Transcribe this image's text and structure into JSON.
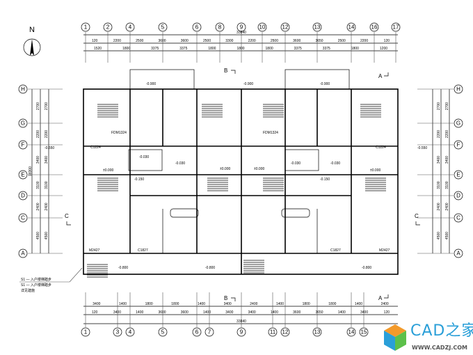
{
  "north_label": "N",
  "overall_dimension": "33840",
  "top_axes": [
    "1",
    "2",
    "4",
    "5",
    "6",
    "8",
    "9",
    "10",
    "12",
    "13",
    "14",
    "16",
    "17"
  ],
  "bottom_axes": [
    "1",
    "3",
    "4",
    "5",
    "6",
    "7",
    "9",
    "11",
    "12",
    "13",
    "14",
    "15"
  ],
  "row_axes": [
    "H",
    "G",
    "F",
    "E",
    "D",
    "C",
    "A"
  ],
  "top_dims_outer": [
    "120",
    "2200",
    "2500",
    "3600",
    "3600",
    "2500",
    "3300",
    "2200",
    "2500",
    "3600",
    "3650",
    "2500",
    "2200",
    "120"
  ],
  "top_dims_inner": [
    "1520",
    "1800",
    "3375",
    "3375",
    "1800",
    "1800",
    "1800",
    "3375",
    "3375",
    "1800",
    "1200"
  ],
  "bottom_dims_outer": [
    "120",
    "3400",
    "1400",
    "3600",
    "3600",
    "1400",
    "3400",
    "3400",
    "1400",
    "3600",
    "3650",
    "1400",
    "3400",
    "120"
  ],
  "bottom_dims_inner": [
    "3400",
    "1400",
    "1800",
    "1800",
    "1400",
    "3400",
    "2400",
    "1400",
    "1800",
    "1800",
    "1400",
    "2400"
  ],
  "row_dims": [
    "2700",
    "2200",
    "3400",
    "3100",
    "2400",
    "4500"
  ],
  "row_total": "18300",
  "section_marks": {
    "b": "B",
    "a": "A",
    "c": "C"
  },
  "elevations": {
    "outdoor": "-0.550",
    "floor": "±0.000",
    "entry": "-0.800",
    "kitchen": "-0.030",
    "bath": "-0.150",
    "stair": "-0.900"
  },
  "door_labels": [
    "FDM1324",
    "C1224",
    "C1827",
    "M2427",
    "C1827",
    "FDM1324",
    "C1224",
    "M2427"
  ],
  "notes": [
    "S1 — 入户楼梯踏步",
    "S1 — 入户楼梯踏步",
    "详见建施"
  ],
  "watermark": {
    "brand": "CAD之家",
    "url": "WWW.CADZJ.COM"
  },
  "colors": {
    "line": "#000000",
    "brand": "#2a9fd8"
  }
}
